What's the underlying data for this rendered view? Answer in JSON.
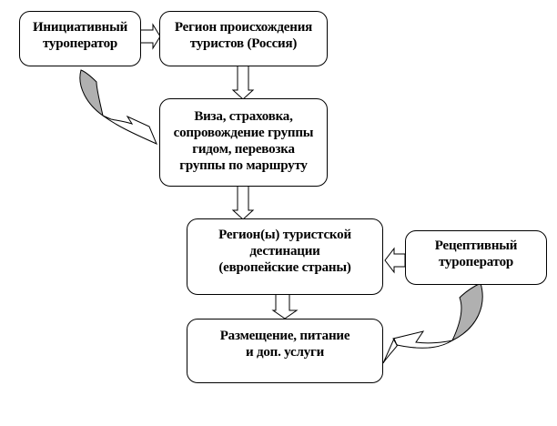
{
  "boxes": {
    "initiative": [
      "Инициативный",
      "туроператор"
    ],
    "origin": [
      "Регион происхождения",
      "туристов (Россия)"
    ],
    "visa": [
      "Виза, страховка,",
      "сопровождение группы",
      "гидом, перевозка",
      "группы по маршруту"
    ],
    "destination": [
      "Регион(ы) туристской",
      "дестинации",
      "(европейские страны)"
    ],
    "receptive": [
      "Рецептивный",
      "туроператор"
    ],
    "accommodation": [
      "Размещение, питание",
      "и доп. услуги"
    ]
  },
  "colors": {
    "curved_arrow_fill": "#b0b0b0",
    "line": "#000000"
  }
}
